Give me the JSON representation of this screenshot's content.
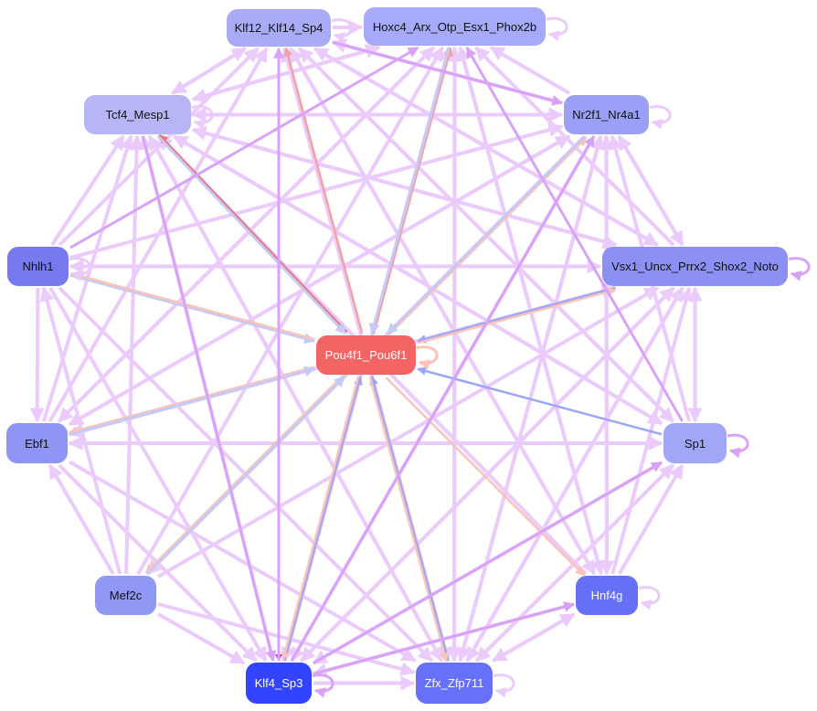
{
  "nodes": [
    {
      "id": "k12",
      "label": "Klf12_Klf14_Sp4",
      "color": "#a9abf7",
      "text": "dark"
    },
    {
      "id": "hox",
      "label": "Hoxc4_Arx_Otp_Esx1_Phox2b",
      "color": "#a6aaf8",
      "text": "dark"
    },
    {
      "id": "tcf",
      "label": "Tcf4_Mesp1",
      "color": "#b6b6f6",
      "text": "dark"
    },
    {
      "id": "nr2",
      "label": "Nr2f1_Nr4a1",
      "color": "#9ba0f6",
      "text": "dark"
    },
    {
      "id": "nhl",
      "label": "Nhlh1",
      "color": "#7779ef",
      "text": "dark"
    },
    {
      "id": "vsx",
      "label": "Vsx1_Uncx_Prrx2_Shox2_Noto",
      "color": "#8c90f3",
      "text": "dark"
    },
    {
      "id": "pou",
      "label": "Pou4f1_Pou6f1",
      "color": "#f36565",
      "text": "light"
    },
    {
      "id": "ebf",
      "label": "Ebf1",
      "color": "#8f95f4",
      "text": "dark"
    },
    {
      "id": "sp1",
      "label": "Sp1",
      "color": "#a1a6f6",
      "text": "dark"
    },
    {
      "id": "mef",
      "label": "Mef2c",
      "color": "#9097f4",
      "text": "dark"
    },
    {
      "id": "hnf",
      "label": "Hnf4g",
      "color": "#6670f6",
      "text": "light"
    },
    {
      "id": "klf4",
      "label": "Klf4_Sp3",
      "color": "#3344ff",
      "text": "light"
    },
    {
      "id": "zfx",
      "label": "Zfx_Zfp711",
      "color": "#6670f8",
      "text": "light"
    }
  ],
  "edge_colors": {
    "default": "#ebcafc",
    "strong": "#d9a2f9",
    "hub": "#b030f0",
    "red": "#f7a0a0",
    "redStrong": "#f07272",
    "salmon": "#fbc2b8",
    "blue": "#c4cbf8",
    "blueStrong": "#9aa6f8"
  },
  "edges": [
    [
      "pou",
      "k12",
      "red"
    ],
    [
      "pou",
      "hox",
      "red"
    ],
    [
      "hox",
      "pou",
      "blue"
    ],
    [
      "pou",
      "tcf",
      "redStrong"
    ],
    [
      "tcf",
      "pou",
      "blue"
    ],
    [
      "nhl",
      "pou",
      "blue"
    ],
    [
      "pou",
      "nhl",
      "salmon"
    ],
    [
      "vsx",
      "pou",
      "blueStrong"
    ],
    [
      "pou",
      "vsx",
      "salmon"
    ],
    [
      "pou",
      "nr2",
      "salmon"
    ],
    [
      "nr2",
      "pou",
      "blue"
    ],
    [
      "pou",
      "ebf",
      "salmon"
    ],
    [
      "ebf",
      "pou",
      "blue"
    ],
    [
      "sp1",
      "pou",
      "blueStrong"
    ],
    [
      "pou",
      "mef",
      "salmon"
    ],
    [
      "mef",
      "pou",
      "blue"
    ],
    [
      "pou",
      "hnf",
      "salmon"
    ],
    [
      "klf4",
      "pou",
      "blueStrong"
    ],
    [
      "pou",
      "klf4",
      "salmon"
    ],
    [
      "zfx",
      "pou",
      "blueStrong"
    ],
    [
      "pou",
      "zfx",
      "salmon"
    ],
    [
      "k12",
      "klf4",
      "hub"
    ],
    [
      "klf4",
      "k12",
      "strong"
    ],
    [
      "k12",
      "hox",
      "default"
    ],
    [
      "tcf",
      "nr2",
      "default"
    ],
    [
      "nr2",
      "tcf",
      "default"
    ],
    [
      "nhl",
      "vsx",
      "default"
    ],
    [
      "ebf",
      "sp1",
      "default"
    ],
    [
      "sp1",
      "ebf",
      "default"
    ],
    [
      "klf4",
      "zfx",
      "default"
    ],
    [
      "mef",
      "klf4",
      "default"
    ],
    [
      "hnf",
      "klf4",
      "default"
    ],
    [
      "klf4",
      "hnf",
      "strong"
    ],
    [
      "zfx",
      "hnf",
      "default"
    ],
    [
      "nr2",
      "k12",
      "default"
    ],
    [
      "nr2",
      "hox",
      "default"
    ],
    [
      "vsx",
      "k12",
      "default"
    ],
    [
      "vsx",
      "hox",
      "default"
    ],
    [
      "vsx",
      "nr2",
      "default"
    ],
    [
      "nr2",
      "vsx",
      "default"
    ],
    [
      "sp1",
      "vsx",
      "default"
    ],
    [
      "vsx",
      "sp1",
      "default"
    ],
    [
      "hnf",
      "vsx",
      "default"
    ],
    [
      "sp1",
      "k12",
      "default"
    ],
    [
      "sp1",
      "hox",
      "strong"
    ],
    [
      "sp1",
      "nr2",
      "default"
    ],
    [
      "hnf",
      "nr2",
      "default"
    ],
    [
      "nr2",
      "hnf",
      "default"
    ],
    [
      "hnf",
      "sp1",
      "default"
    ],
    [
      "klf4",
      "sp1",
      "strong"
    ],
    [
      "zfx",
      "sp1",
      "default"
    ],
    [
      "zfx",
      "vsx",
      "default"
    ],
    [
      "klf4",
      "vsx",
      "default"
    ],
    [
      "klf4",
      "nr2",
      "strong"
    ],
    [
      "zfx",
      "nr2",
      "default"
    ],
    [
      "zfx",
      "hox",
      "default"
    ],
    [
      "zfx",
      "k12",
      "default"
    ],
    [
      "klf4",
      "hox",
      "default"
    ],
    [
      "mef",
      "hox",
      "default"
    ],
    [
      "mef",
      "tcf",
      "default"
    ],
    [
      "mef",
      "ebf",
      "default"
    ],
    [
      "mef",
      "nhl",
      "default"
    ],
    [
      "mef",
      "vsx",
      "default"
    ],
    [
      "ebf",
      "k12",
      "default"
    ],
    [
      "ebf",
      "hox",
      "default"
    ],
    [
      "ebf",
      "tcf",
      "default"
    ],
    [
      "ebf",
      "nr2",
      "default"
    ],
    [
      "ebf",
      "vsx",
      "default"
    ],
    [
      "ebf",
      "klf4",
      "default"
    ],
    [
      "ebf",
      "zfx",
      "default"
    ],
    [
      "nhl",
      "ebf",
      "default"
    ],
    [
      "nhl",
      "tcf",
      "default"
    ],
    [
      "nhl",
      "k12",
      "default"
    ],
    [
      "nhl",
      "hox",
      "strong"
    ],
    [
      "nhl",
      "nr2",
      "default"
    ],
    [
      "nhl",
      "klf4",
      "default"
    ],
    [
      "nhl",
      "zfx",
      "default"
    ],
    [
      "tcf",
      "k12",
      "default"
    ],
    [
      "tcf",
      "hox",
      "default"
    ],
    [
      "tcf",
      "klf4",
      "strong"
    ],
    [
      "tcf",
      "zfx",
      "default"
    ],
    [
      "tcf",
      "vsx",
      "default"
    ],
    [
      "tcf",
      "sp1",
      "default"
    ],
    [
      "k12",
      "zfx",
      "default"
    ],
    [
      "k12",
      "nr2",
      "strong"
    ],
    [
      "k12",
      "vsx",
      "default"
    ],
    [
      "k12",
      "sp1",
      "default"
    ],
    [
      "k12",
      "hnf",
      "default"
    ],
    [
      "k12",
      "tcf",
      "default"
    ],
    [
      "hox",
      "klf4",
      "default"
    ],
    [
      "hox",
      "zfx",
      "default"
    ],
    [
      "hox",
      "tcf",
      "default"
    ],
    [
      "hox",
      "ebf",
      "default"
    ],
    [
      "hox",
      "hnf",
      "default"
    ],
    [
      "nr2",
      "ebf",
      "default"
    ],
    [
      "nr2",
      "klf4",
      "default"
    ],
    [
      "nr2",
      "zfx",
      "default"
    ],
    [
      "nr2",
      "mef",
      "default"
    ],
    [
      "vsx",
      "ebf",
      "default"
    ],
    [
      "vsx",
      "klf4",
      "default"
    ],
    [
      "vsx",
      "zfx",
      "default"
    ],
    [
      "vsx",
      "tcf",
      "default"
    ],
    [
      "vsx",
      "nhl",
      "default"
    ],
    [
      "sp1",
      "klf4",
      "default"
    ],
    [
      "sp1",
      "tcf",
      "default"
    ],
    [
      "hnf",
      "tcf",
      "default"
    ],
    [
      "hnf",
      "hox",
      "default"
    ],
    [
      "hnf",
      "k12",
      "default"
    ],
    [
      "zfx",
      "tcf",
      "default"
    ],
    [
      "klf4",
      "tcf",
      "default"
    ],
    [
      "mef",
      "zfx",
      "default"
    ],
    [
      "hnf",
      "zfx",
      "default"
    ],
    [
      "sp1",
      "zfx",
      "default"
    ]
  ],
  "self_loops": [
    "k12",
    "hox",
    "tcf",
    "nr2",
    "nhl",
    "vsx",
    "pou",
    "sp1",
    "hnf",
    "klf4",
    "zfx"
  ]
}
